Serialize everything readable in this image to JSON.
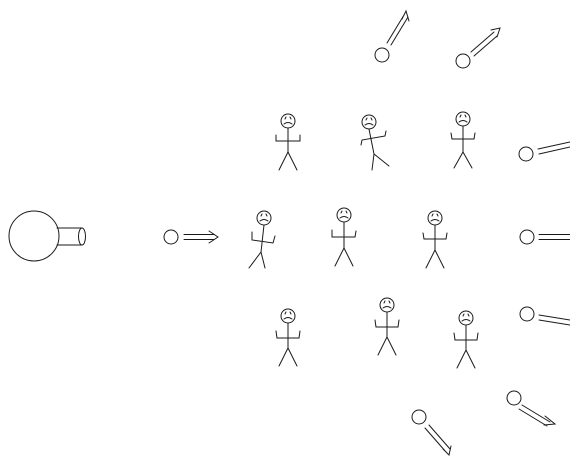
{
  "diagram": {
    "colors": {
      "stroke": "#1a1a1a",
      "background": "#ffffff"
    },
    "source": "round-flask-emitter",
    "incoming_particles": 1,
    "scattered_particles": 7,
    "figures": 9
  }
}
